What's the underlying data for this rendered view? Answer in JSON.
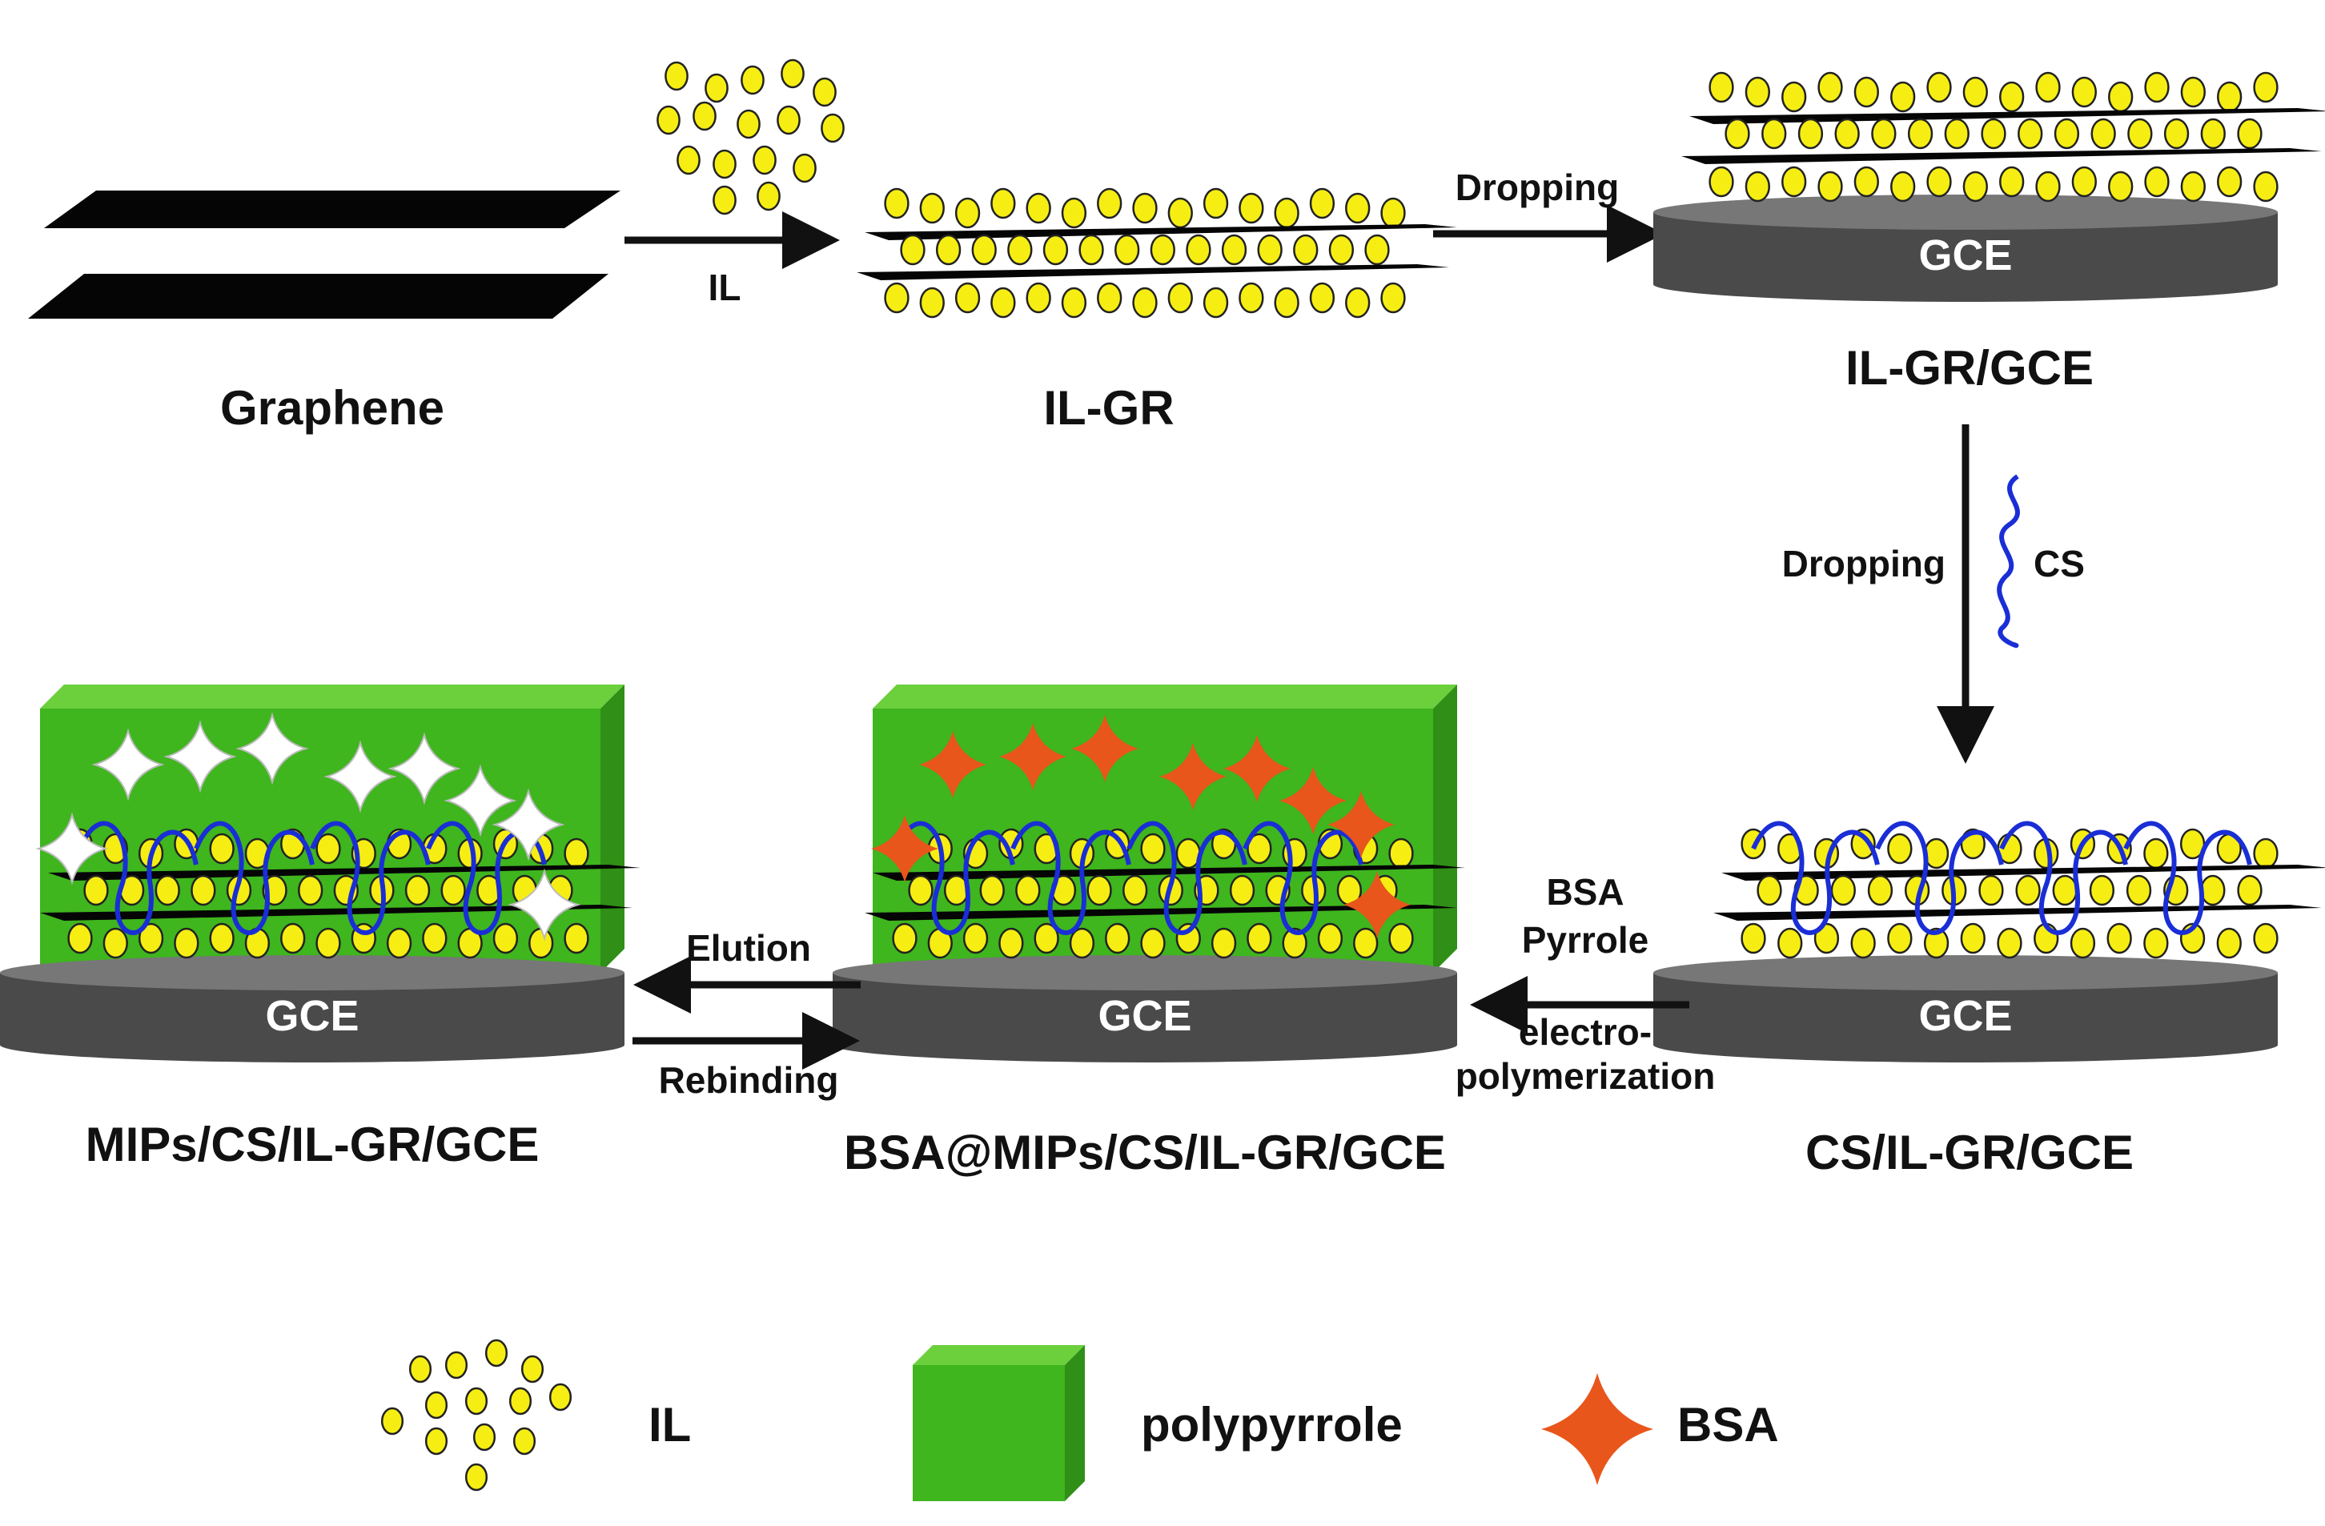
{
  "colors": {
    "il_dot": "#f6ee12",
    "il_stroke": "#222222",
    "graphene": "#050505",
    "gce_top": "#777777",
    "gce_side": "#4a4a4a",
    "polypyrrole": "#3fb51e",
    "bsa": "#e8561b",
    "cs": "#1a2ed6",
    "template_cavity": "#ffffff"
  },
  "labels": {
    "graphene": "Graphene",
    "il_gr": "IL-GR",
    "il_gr_gce": "IL-GR/GCE",
    "cs_il_gr_gce": "CS/IL-GR/GCE",
    "bsa_mips": "BSA@MIPs/CS/IL-GR/GCE",
    "mips": "MIPs/CS/IL-GR/GCE",
    "gce": "GCE"
  },
  "arrows": {
    "il": "IL",
    "dropping1": "Dropping",
    "dropping2": "Dropping",
    "cs": "CS",
    "bsa": "BSA",
    "pyrrole": "Pyrrole",
    "electro1": "electro-",
    "electro2": "polymerization",
    "elution": "Elution",
    "rebinding": "Rebinding"
  },
  "legend": {
    "il": "IL",
    "polypyrrole": "polypyrrole",
    "bsa": "BSA"
  },
  "icons": [
    "il-dots-icon",
    "graphene-sheet-icon",
    "gce-electrode-icon",
    "chitosan-chain-icon",
    "bsa-star-icon",
    "polypyrrole-cube-icon"
  ]
}
